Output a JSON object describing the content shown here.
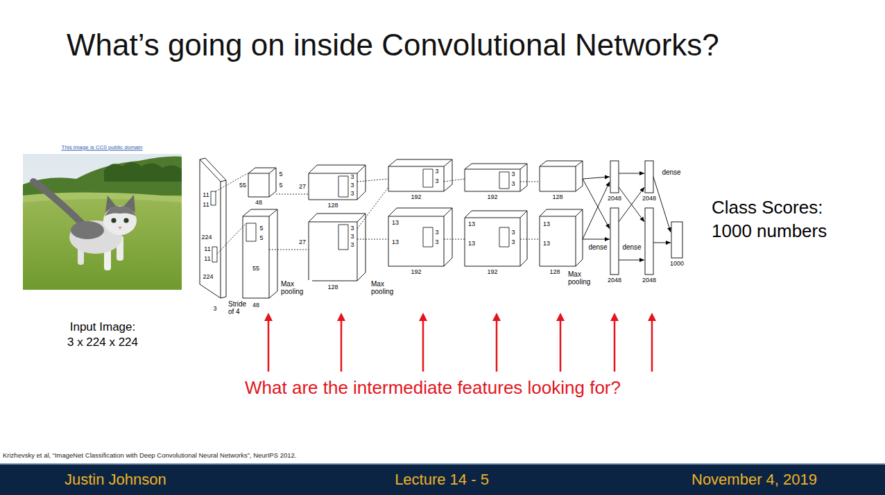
{
  "diagram": {
    "title": "What’s going on inside Convolutional Networks?",
    "caption": "Krizhevsky et al, “ImageNet Classification with Deep Convolutional Neural Networks”, NeurIPS 2012.",
    "nodes": [
      {
        "text": [
          "Justin Johnson",
          "Lecture 14 - 5",
          "November 4, 2019"
        ]
      }
    ],
    "labels": [
      "This image is CC0 public domain",
      "Input Image: 3 x 224 x 224",
      "Class Scores: 1000 numbers",
      "What are the intermediate features looking for?",
      "11",
      "11",
      "224",
      "11",
      "11",
      "224",
      "3",
      "Stride of 4",
      "55",
      "48",
      "5",
      "5",
      "5",
      "5",
      "55",
      "48",
      "Max pooling",
      "27",
      "128",
      "3",
      "3",
      "3",
      "3",
      "3",
      "27",
      "3",
      "128",
      "Max pooling",
      "3",
      "3",
      "192",
      "13",
      "13",
      "3",
      "3",
      "192",
      "3",
      "3",
      "192",
      "13",
      "13",
      "3",
      "3",
      "192",
      "128",
      "13",
      "13",
      "128",
      "Max pooling",
      "2048",
      "2048",
      "dense",
      "dense",
      "dense",
      "2048",
      "2048",
      "1000"
    ]
  }
}
